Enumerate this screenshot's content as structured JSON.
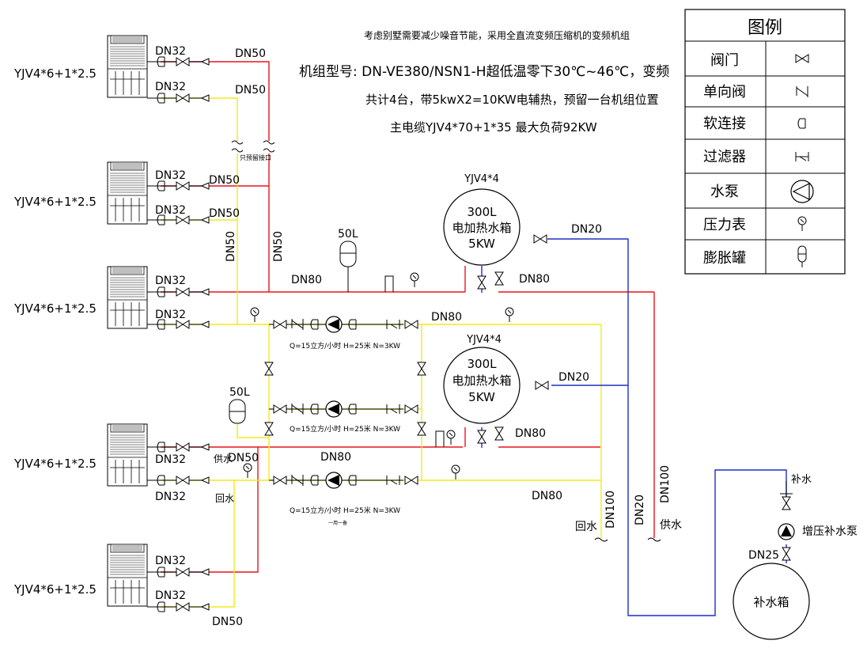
{
  "notes": {
    "line1": "考虑别墅需要减少噪音节能，采用全直流变频压缩机的变频机组",
    "line2": "机组型号: DN-VE380/NSN1-H超低温零下30℃~46℃，变频",
    "line3": "共计4台，带5kwX2=10KW电辅热，预留一台机组位置",
    "line4": "主电缆YJV4*70+1*35   最大负荷92KW"
  },
  "legend": {
    "title": "图例",
    "items": [
      {
        "label": "阀门",
        "icon": "gate-valve-icon"
      },
      {
        "label": "单向阀",
        "icon": "check-valve-icon"
      },
      {
        "label": "软连接",
        "icon": "flexible-joint-icon"
      },
      {
        "label": "过滤器",
        "icon": "strainer-icon"
      },
      {
        "label": "水泵",
        "icon": "pump-icon"
      },
      {
        "label": "压力表",
        "icon": "pressure-gauge-icon"
      },
      {
        "label": "膨胀罐",
        "icon": "expansion-tank-icon"
      }
    ]
  },
  "units": {
    "cable": "YJV4*6+1*2.5",
    "pipe": "DN32"
  },
  "pipes": {
    "dn50": "DN50",
    "dn80": "DN80",
    "dn20": "DN20",
    "dn100": "DN100",
    "dn25": "DN25",
    "interface_note": "只预留接口"
  },
  "tanks": {
    "cable": "YJV4*4",
    "volume": "300L",
    "name": "电加热水箱",
    "power": "5KW"
  },
  "expansion": "50L",
  "pump_spec": "Q=15立方/小时 H=25米 N=3KW",
  "pump_note": "一用一备",
  "labels": {
    "supply": "供水",
    "return": "回水",
    "makeup": "补水",
    "boost_pump": "增压补水泵",
    "makeup_tank": "补水箱"
  },
  "colors": {
    "supply_red": "#e8141b",
    "return_yellow": "#f3ea1c",
    "makeup_blue": "#1f2fc4"
  }
}
